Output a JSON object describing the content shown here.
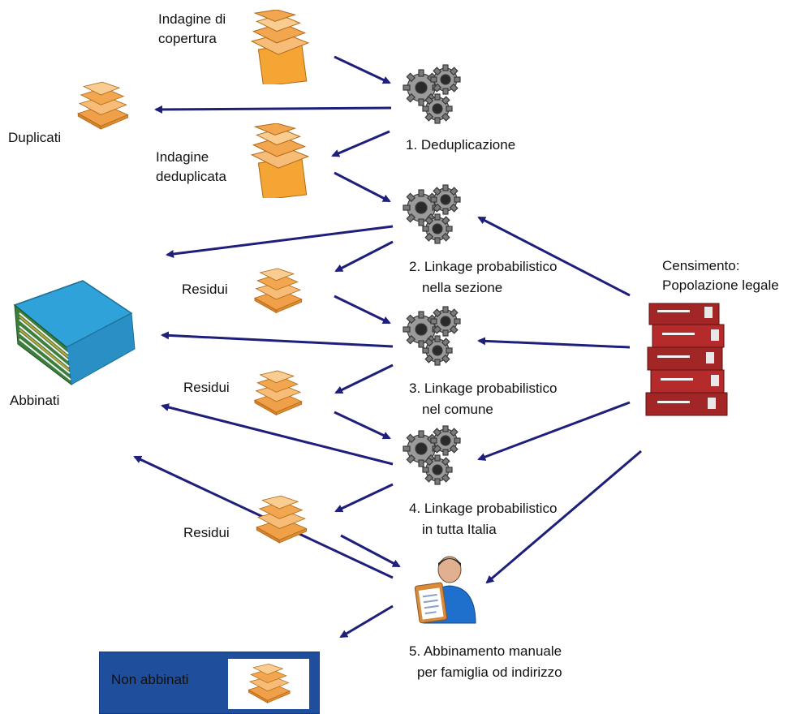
{
  "labels": {
    "survey": [
      "Indagine di",
      "copertura"
    ],
    "duplicates": "Duplicati",
    "dedup_survey": [
      "Indagine",
      "deduplicata"
    ],
    "residuals_1": "Residui",
    "residuals_2": "Residui",
    "residuals_3": "Residui",
    "matched": "Abbinati",
    "census": [
      "Censimento:",
      "Popolazione legale"
    ],
    "unmatched": "Non abbinati"
  },
  "steps": [
    {
      "lines": [
        "1. Deduplicazione"
      ]
    },
    {
      "lines": [
        "2. Linkage  probabilistico",
        "nella sezione"
      ]
    },
    {
      "lines": [
        "3. Linkage  probabilistico",
        "nel comune"
      ]
    },
    {
      "lines": [
        "4. Linkage  probabilistico",
        "in tutta Italia"
      ]
    },
    {
      "lines": [
        "5. Abbinamento manuale",
        "per famiglia od indirizzo"
      ]
    }
  ],
  "colors": {
    "arrow": "#1d1f7a",
    "paper": "#f2a64e",
    "paper_light": "#f8c98c",
    "gear": "#8a8a8a",
    "box": "#1f4e9c",
    "binder": "#a32626",
    "folder": "#2a9fd6"
  },
  "icons": [
    "paper-stack-icon",
    "gear-icon",
    "folder-stack-icon",
    "binder-stack-icon",
    "person-clipboard-icon"
  ]
}
